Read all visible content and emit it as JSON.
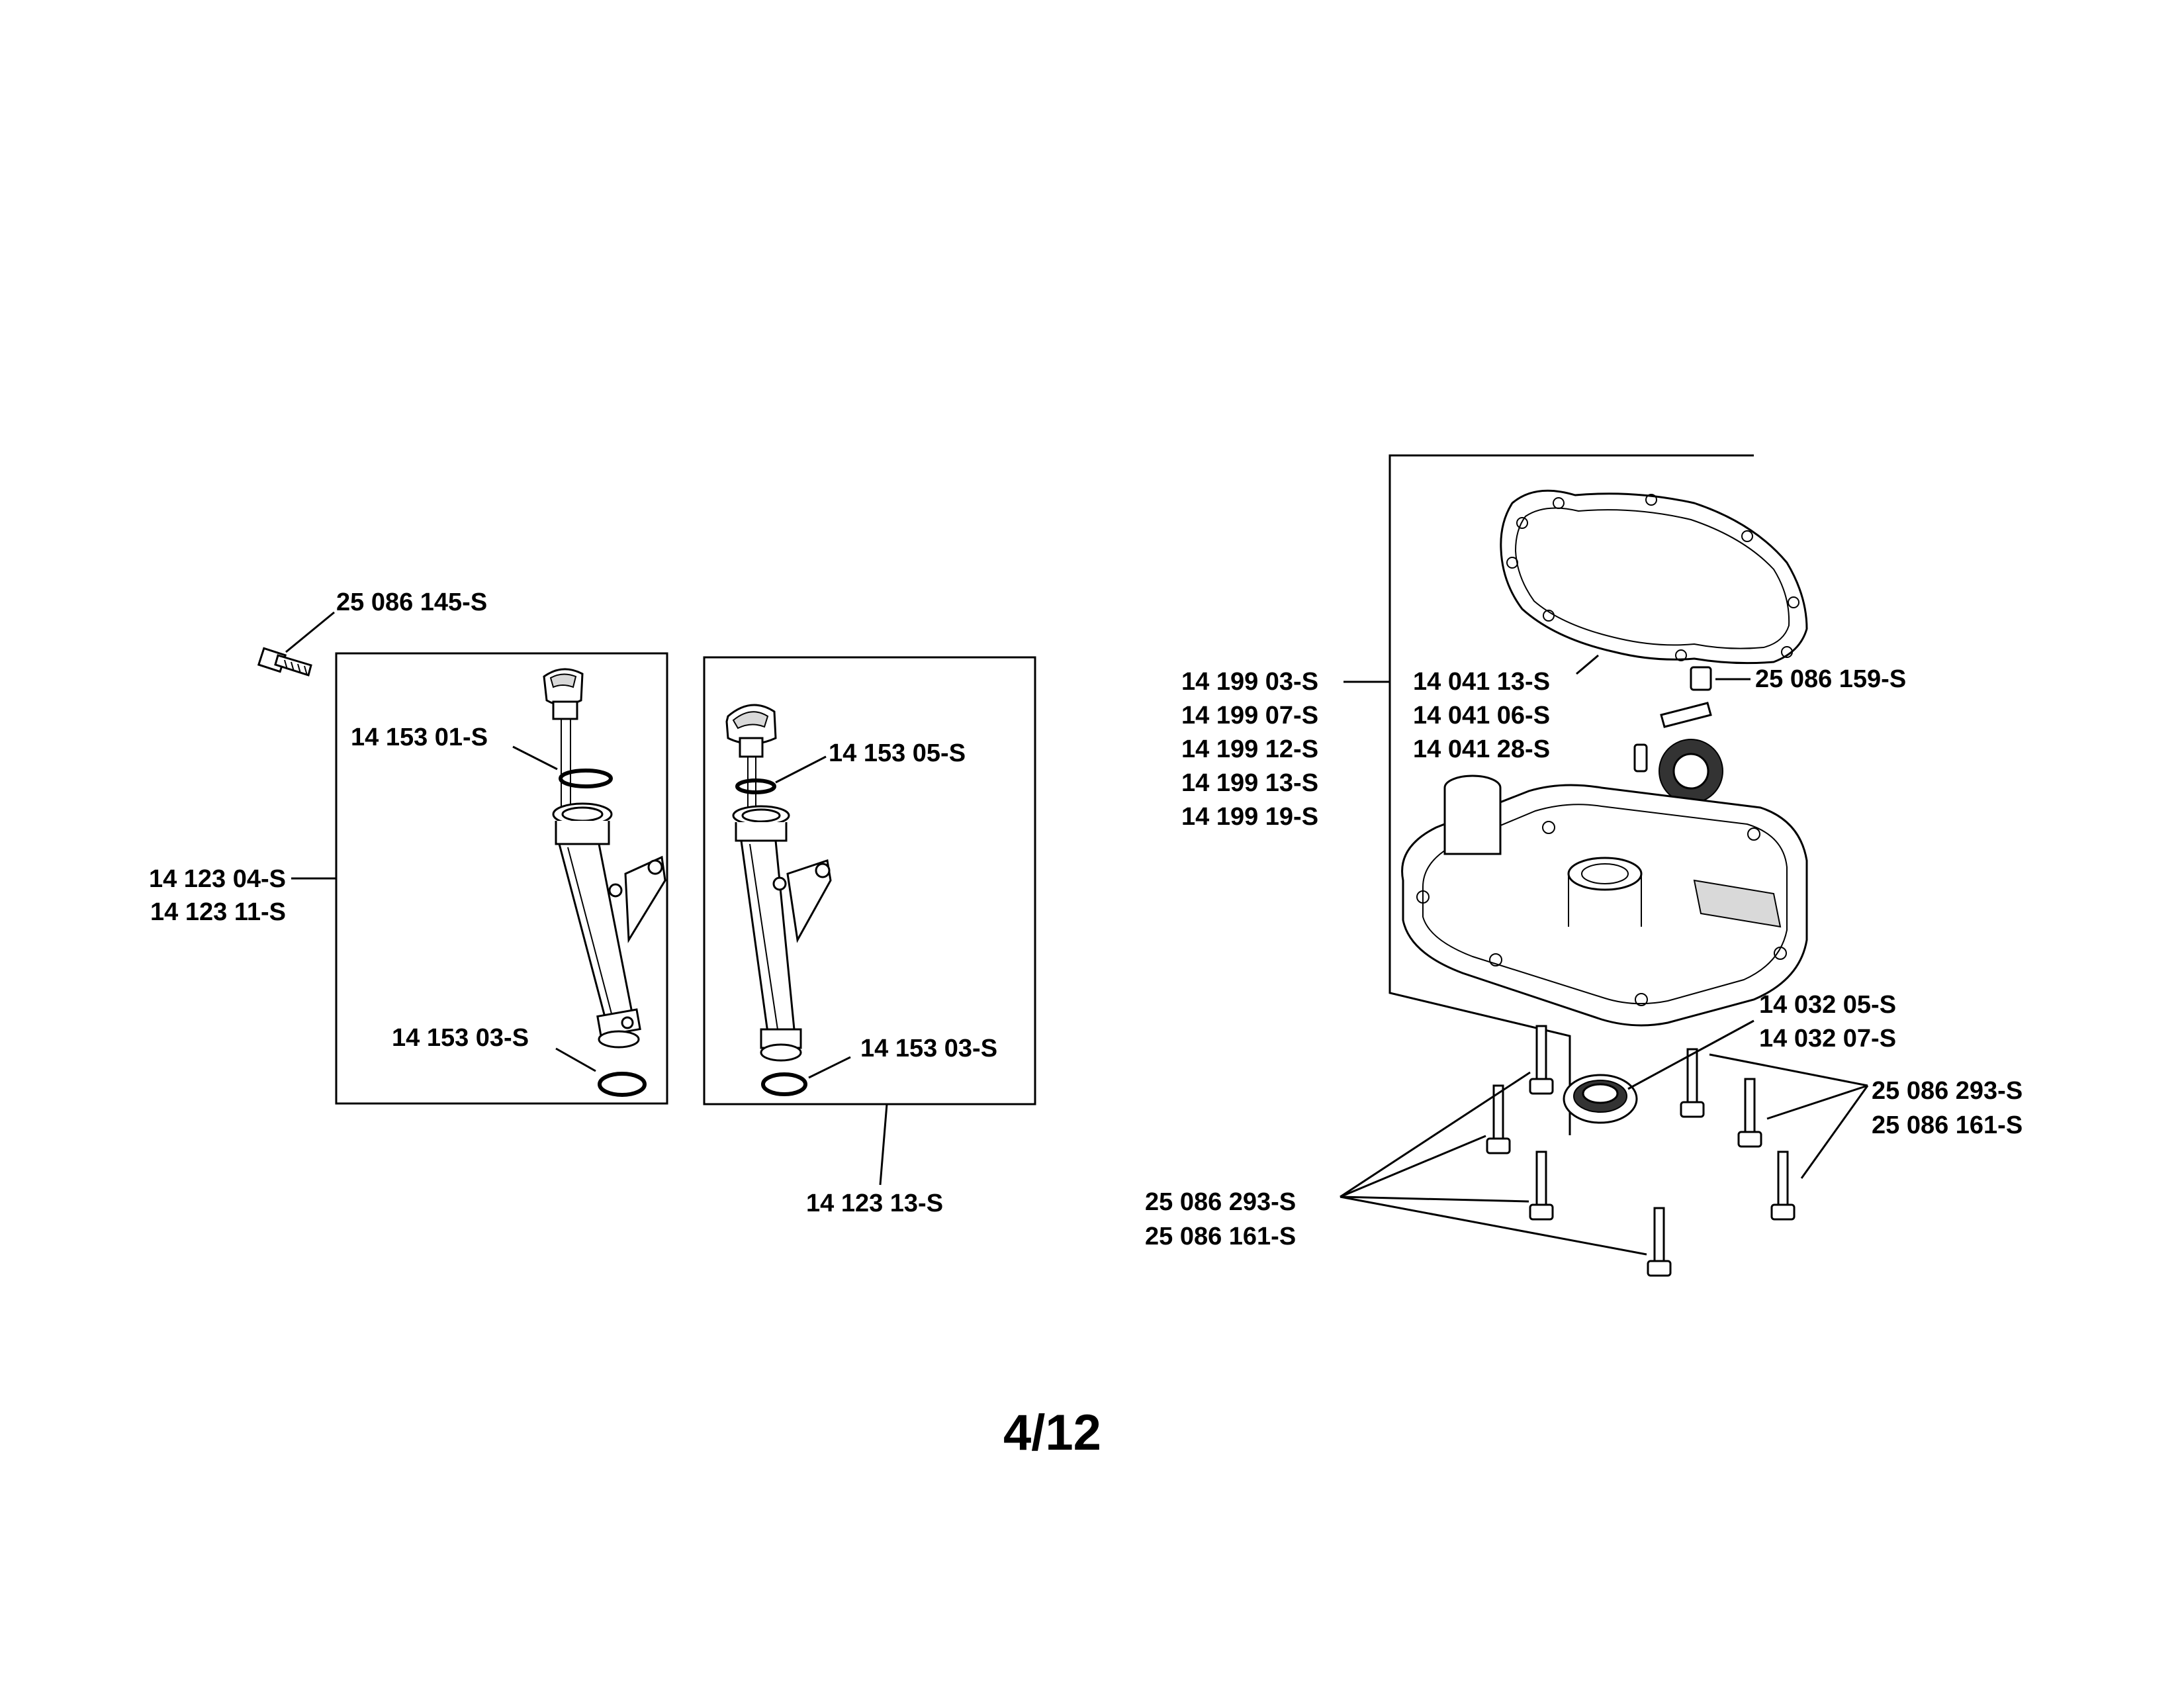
{
  "page": {
    "page_number": "4/12"
  },
  "left": {
    "screw_label": "25 086 145-S",
    "tube_label_1": "14 123 04-S",
    "tube_label_2": "14 123 11-S",
    "box1": {
      "dipstick_oring_label": "14 153 01-S",
      "base_oring_label": "14 153 03-S"
    },
    "box2": {
      "dipstick_oring_label": "14 153 05-S",
      "base_oring_label": "14 153 03-S",
      "assembly_label": "14 123 13-S"
    }
  },
  "right": {
    "cover_labels": [
      "14 199 03-S",
      "14 199 07-S",
      "14 199 12-S",
      "14 199 13-S",
      "14 199 19-S"
    ],
    "gasket_labels": [
      "14 041 13-S",
      "14 041 06-S",
      "14 041 28-S"
    ],
    "gear_screw_label": "25 086 159-S",
    "seal_labels": [
      "14 032 05-S",
      "14 032 07-S"
    ],
    "bolts_right_labels": [
      "25 086 293-S",
      "25 086 161-S"
    ],
    "bolts_left_labels": [
      "25 086 293-S",
      "25 086 161-S"
    ]
  }
}
